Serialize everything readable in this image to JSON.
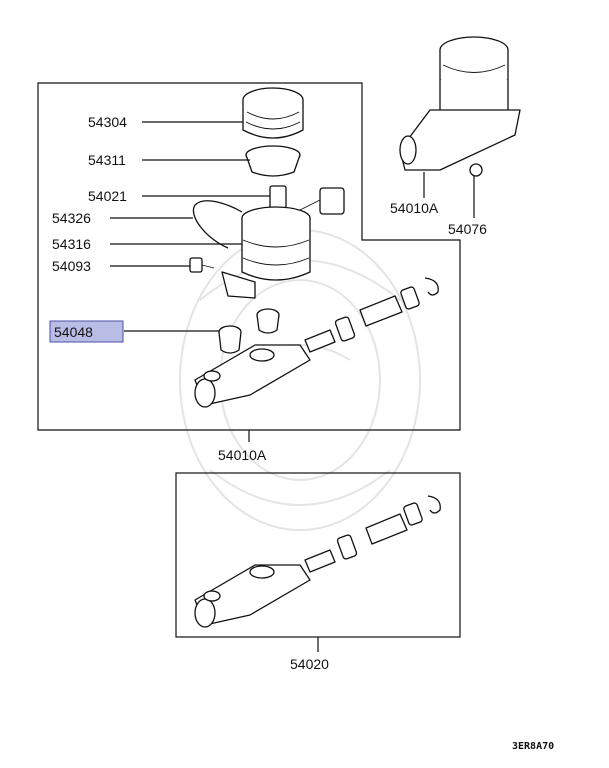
{
  "diagram": {
    "highlighted_part": "54048",
    "labels": {
      "p54304": "54304",
      "p54311": "54311",
      "p54021": "54021",
      "p54326": "54326",
      "p54316": "54316",
      "p54093": "54093",
      "p54048": "54048",
      "p54010A_main": "54010A",
      "p54010A_side": "54010A",
      "p54076": "54076",
      "p54020": "54020"
    },
    "figure_code": "3ER8A70",
    "colors": {
      "highlight_fill": "#b9bde6",
      "highlight_stroke": "#4a4fa8",
      "line": "#111111",
      "watermark": "#e4e4e4"
    }
  }
}
